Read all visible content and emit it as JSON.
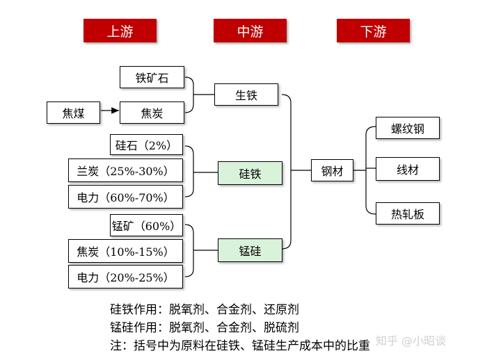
{
  "headers": {
    "upstream": "上游",
    "midstream": "中游",
    "downstream": "下游"
  },
  "upstream": {
    "iron_ore": "铁矿石",
    "coking_coal": "焦煤",
    "coke": "焦炭",
    "silica": "硅石（2%）",
    "semi_coke_1": "兰炭（25%-30%）",
    "power_1": "电力（60%-70%）",
    "manganese_ore": "锰矿（60%）",
    "coke_2": "焦炭（10%-15%）",
    "power_2": "电力（20%-25%）"
  },
  "midstream": {
    "pig_iron": "生铁",
    "ferrosilicon": "硅铁",
    "silicomanganese": "锰硅"
  },
  "center": {
    "steel": "钢材"
  },
  "downstream": {
    "rebar": "螺纹钢",
    "wire_rod": "线材",
    "hot_rolled": "热轧板"
  },
  "notes": {
    "line1": "硅铁作用：脱氧剂、合金剂、还原剂",
    "line2": "锰硅作用：脱氧剂、合金剂、脱硫剂",
    "line3": "注：括号中为原料在硅铁、锰硅生产成本中的比重"
  },
  "watermark": "知乎 @小昭谈",
  "colors": {
    "header_bg": "#c00000",
    "header_text": "#ffffff",
    "highlight_box": "#d9f2da"
  }
}
